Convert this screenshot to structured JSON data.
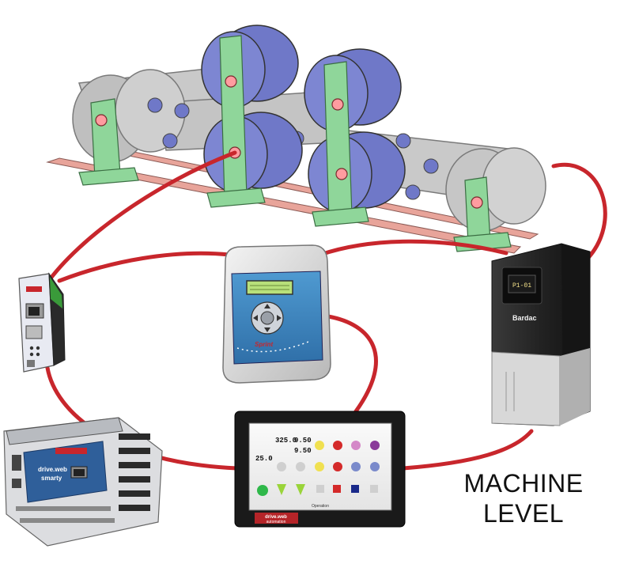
{
  "label": {
    "line1": "MACHINE",
    "line2": "LEVEL"
  },
  "devices": {
    "dcdrive": {
      "brand": "Sprint"
    },
    "acdrive": {
      "display": "P1-01",
      "brand": "Bardac"
    },
    "hmi": {
      "readouts": [
        "325.0",
        "9.50",
        "9.50",
        "25.0"
      ],
      "footer": "Operation",
      "brand": "drive.web",
      "sub": "automation"
    },
    "smarty": {
      "line1": "drive.web",
      "line2": "smarty"
    }
  },
  "colors": {
    "cable": "#c8262c",
    "roller": "#6f78c8",
    "roller_grey": "#bfbfbf",
    "stand": "#8fd69a",
    "rail": "#e8a49a",
    "pin": "#ff9ca0"
  }
}
